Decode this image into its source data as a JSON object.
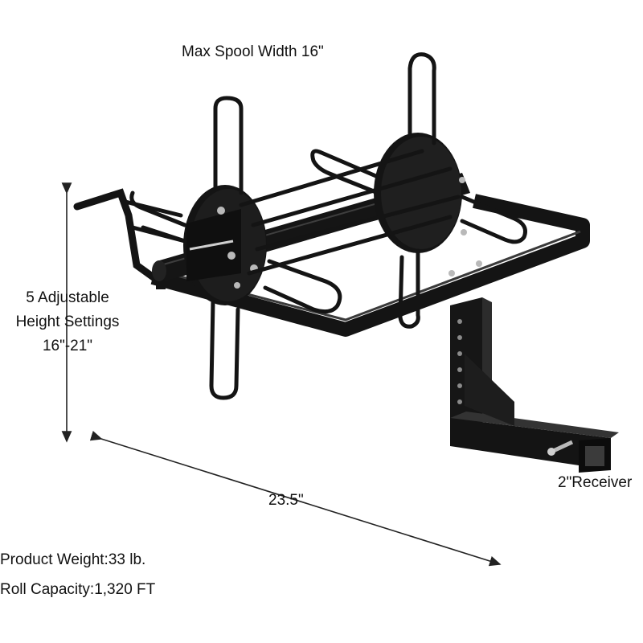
{
  "annotations": {
    "spool_width": "Max Spool Width  16\"",
    "height_line1": "5 Adjustable",
    "height_line2": "Height Settings",
    "height_line3": "16\"-21\"",
    "width_dimension": "23.5\"",
    "receiver": "2\"Receiver"
  },
  "specs": {
    "weight": "Product Weight:33 lb.",
    "capacity": "Roll Capacity:1,320 FT"
  },
  "colors": {
    "metal": "#141414",
    "highlight": "#3a3a3a",
    "bolt": "#b9b9b9",
    "dimension_line": "#222222"
  }
}
